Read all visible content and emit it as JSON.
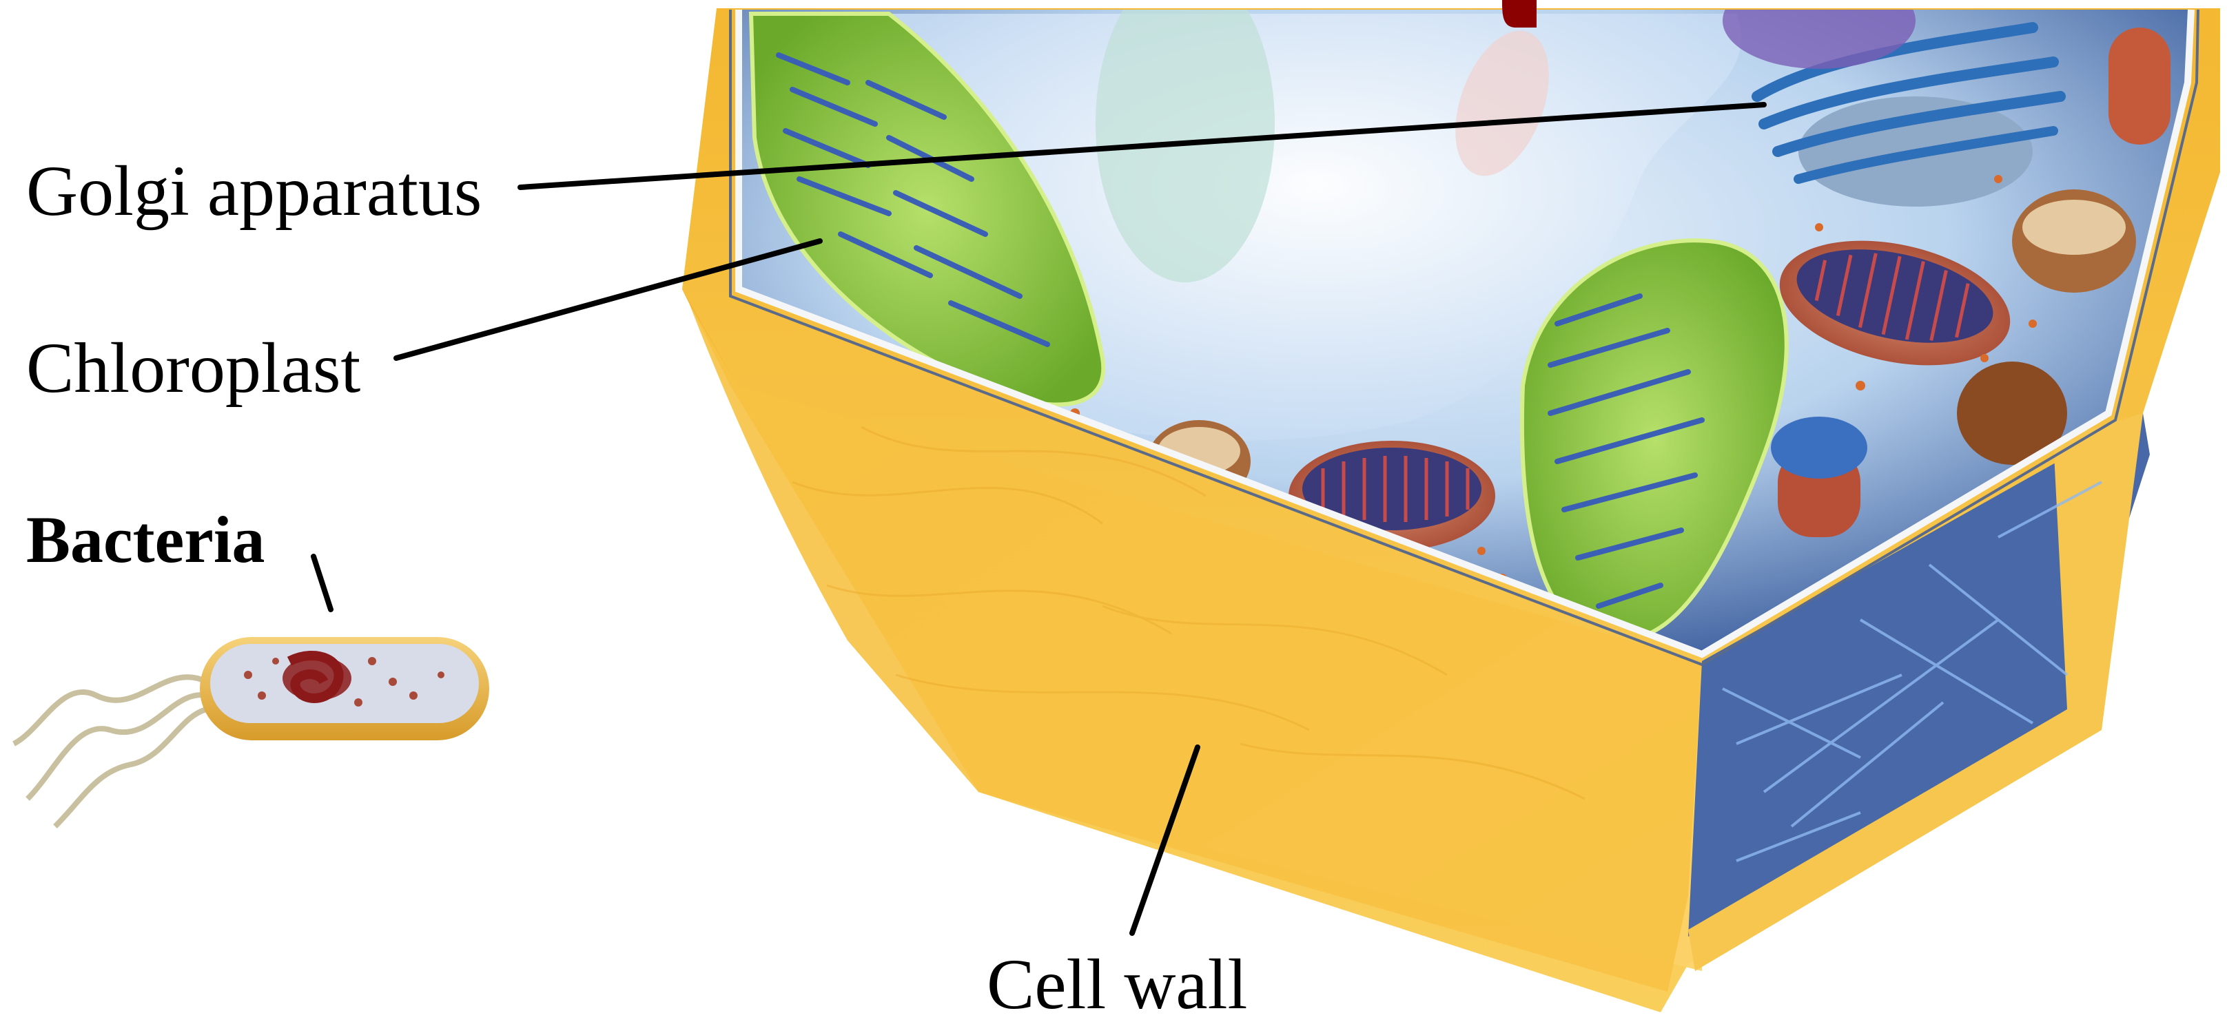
{
  "labels": {
    "golgi": "Golgi apparatus",
    "chloroplast": "Chloroplast",
    "bacteria": "Bacteria",
    "cell_wall": "Cell wall"
  },
  "colors": {
    "cell_wall_outer": "#f2b233",
    "cell_wall_face": "#f7c74e",
    "cell_wall_light": "#fcdf86",
    "membrane": "#e9ecef",
    "cytoplasm": "#a9c9ea",
    "vacuole": "#dbe9f7",
    "chloroplast": "#8ec63f",
    "chloroplast_dark": "#5d9b1f",
    "thylakoid": "#3a5fb4",
    "golgi": "#2d6fb8",
    "mitochondrion": "#c0604a",
    "cytoskeleton": "#5b8fd8",
    "bacteria_dna": "#8b1a1a",
    "leader_line": "#000000",
    "title_fragment": "#8b0000"
  }
}
